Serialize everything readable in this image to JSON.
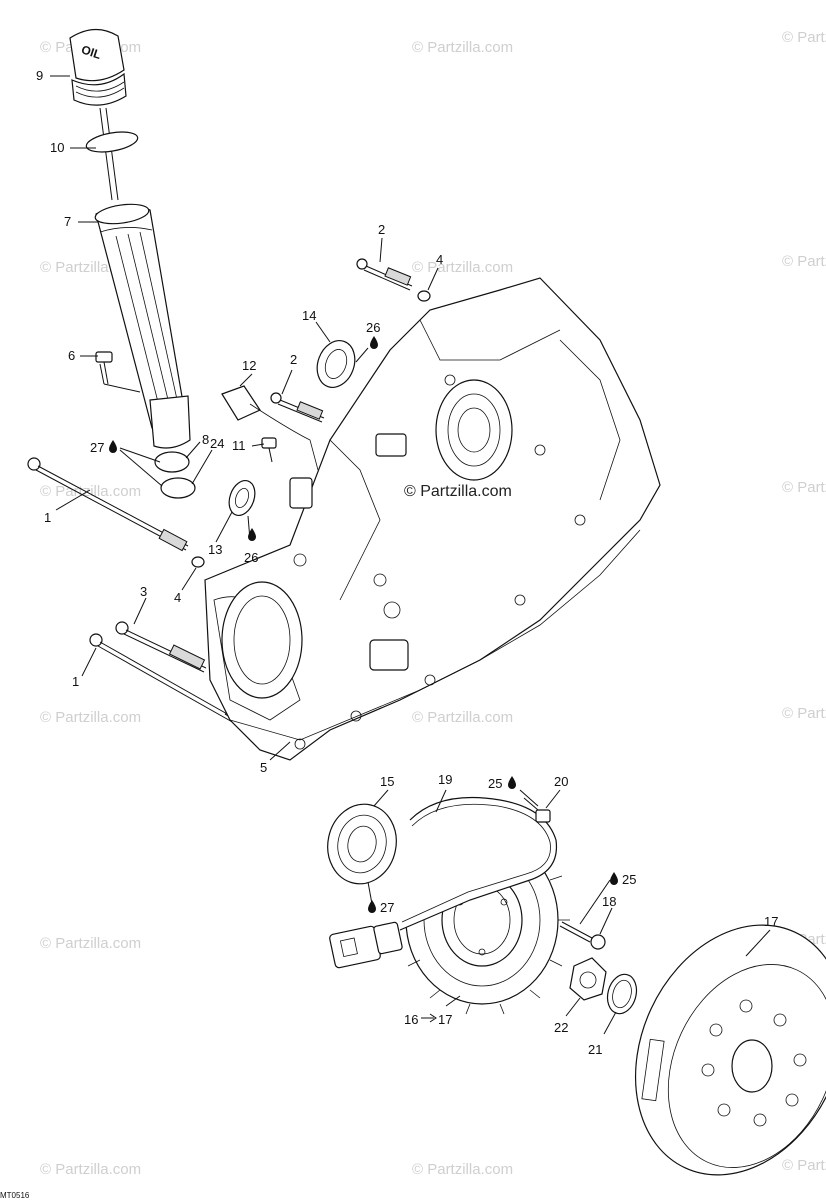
{
  "diagram": {
    "reference_code": "MT0516",
    "center_watermark": "© Partzilla.com",
    "watermark_text": "© Partzilla.com",
    "oil_cap_text": "OIL",
    "callouts": {
      "c9": "9",
      "c10": "10",
      "c7": "7",
      "c6": "6",
      "c27a": "27",
      "c8": "8",
      "c24": "24",
      "c1a": "1",
      "c13": "13",
      "c26a": "26",
      "c4a": "4",
      "c3": "3",
      "c1b": "1",
      "c5": "5",
      "c2a": "2",
      "c4b": "4",
      "c14": "14",
      "c26b": "26",
      "c12": "12",
      "c2b": "2",
      "c11": "11",
      "c15": "15",
      "c19": "19",
      "c25a": "25",
      "c20": "20",
      "c25b": "25",
      "c18": "18",
      "c27b": "27",
      "c17": "17",
      "c16": "16",
      "c17b": "17",
      "c22": "22",
      "c21": "21"
    }
  }
}
